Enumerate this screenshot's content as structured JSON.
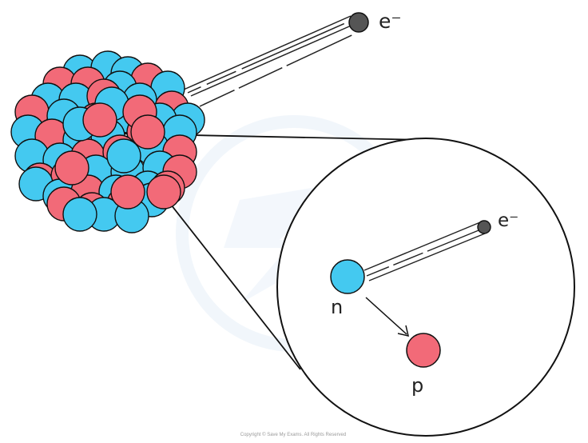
{
  "colors": {
    "proton": "#f26a78",
    "neutron": "#44c9f0",
    "electron": "#555555",
    "outline": "#111111",
    "watermark": "#e4eef7"
  },
  "labels": {
    "electron_main": "e⁻",
    "electron_zoom": "e⁻",
    "neutron": "n",
    "proton": "p"
  },
  "copyright": "Copyright © Save My Exams. All Rights Reserved",
  "watermark_icon": "save-my-exams-logo"
}
